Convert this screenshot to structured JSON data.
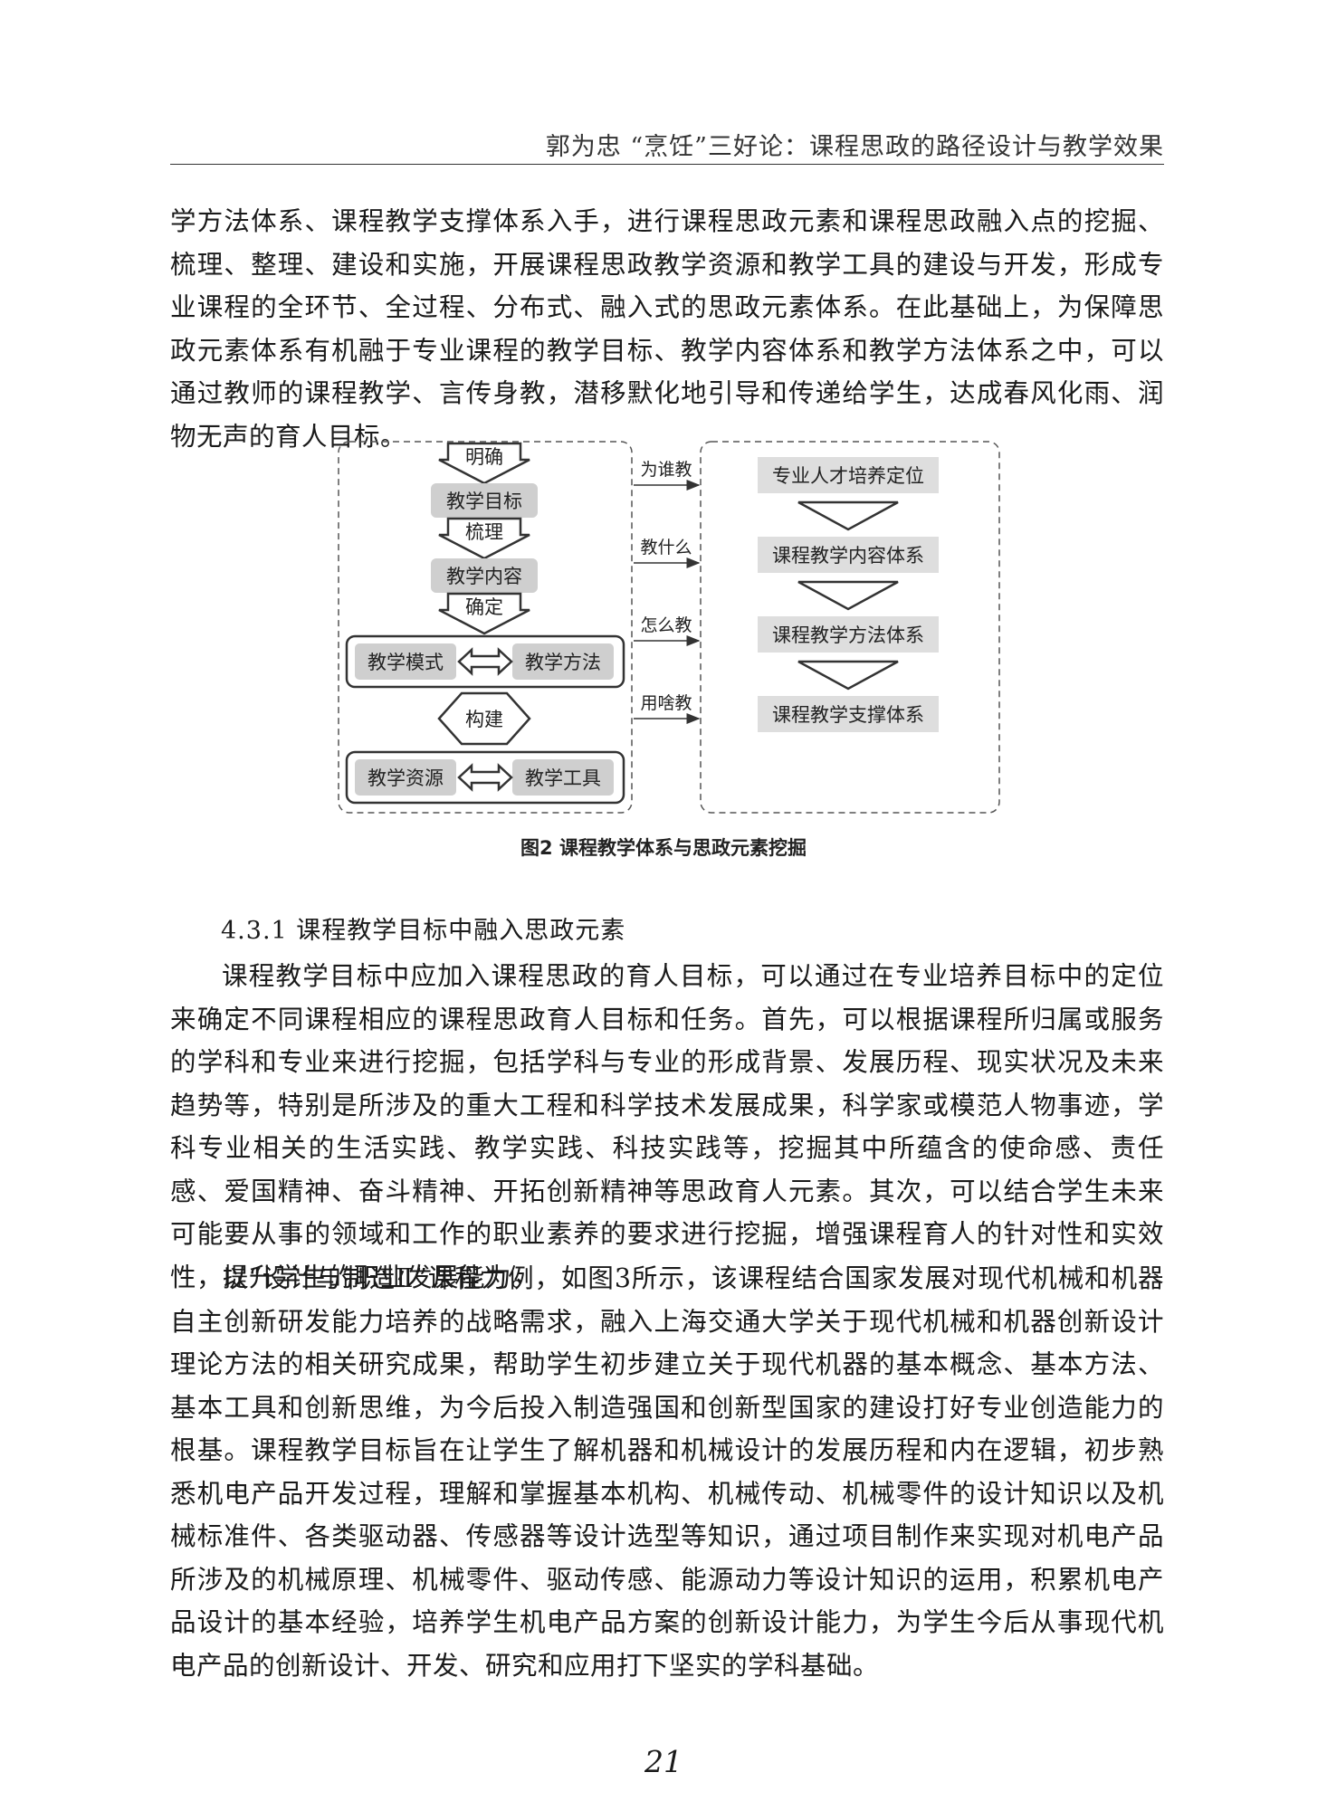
{
  "header": {
    "running_title": "郭为忠  “烹饪”三好论：课程思政的路径设计与教学效果"
  },
  "paragraphs": {
    "p1": "学方法体系、课程教学支撑体系入手，进行课程思政元素和课程思政融入点的挖掘、梳理、整理、建设和实施，开展课程思政教学资源和教学工具的建设与开发，形成专业课程的全环节、全过程、分布式、融入式的思政元素体系。在此基础上，为保障思政元素体系有机融于专业课程的教学目标、教学内容体系和教学方法体系之中，可以通过教师的课程教学、言传身教，潜移默化地引导和传递给学生，达成春风化雨、润物无声的育人目标。",
    "p2": "课程教学目标中应加入课程思政的育人目标，可以通过在专业培养目标中的定位来确定不同课程相应的课程思政育人目标和任务。首先，可以根据课程所归属或服务的学科和专业来进行挖掘，包括学科与专业的形成背景、发展历程、现实状况及未来趋势等，特别是所涉及的重大工程和科学技术发展成果，科学家或模范人物事迹，学科专业相关的生活实践、教学实践、科技实践等，挖掘其中所蕴含的使命感、责任感、爱国精神、奋斗精神、开拓创新精神等思政育人元素。其次，可以结合学生未来可能要从事的领域和工作的职业素养的要求进行挖掘，增强课程育人的针对性和实效性，提升学生的职业发展能力。",
    "p3": "以“设计与制造Ⅱ”课程为例，如图3所示，该课程结合国家发展对现代机械和机器自主创新研发能力培养的战略需求，融入上海交通大学关于现代机械和机器创新设计理论方法的相关研究成果，帮助学生初步建立关于现代机器的基本概念、基本方法、基本工具和创新思维，为今后投入制造强国和创新型国家的建设打好专业创造能力的根基。课程教学目标旨在让学生了解机器和机械设计的发展历程和内在逻辑，初步熟悉机电产品开发过程，理解和掌握基本机构、机械传动、机械零件的设计知识以及机械标准件、各类驱动器、传感器等设计选型等知识，通过项目制作来实现对机电产品所涉及的机械原理、机械零件、驱动传感、能源动力等设计知识的运用，积累机电产品设计的基本经验，培养学生机电产品方案的创新设计能力，为学生今后从事现代机电产品的创新设计、开发、研究和应用打下坚实的学科基础。"
  },
  "section": {
    "heading": "4.3.1  课程教学目标中融入思政元素"
  },
  "figure": {
    "left": {
      "arrow1": "明确",
      "box1": "教学目标",
      "arrow2": "梳理",
      "box2": "教学内容",
      "arrow3": "确定",
      "mode": "教学模式",
      "method": "教学方法",
      "arrow4": "构建",
      "resource": "教学资源",
      "tool": "教学工具"
    },
    "links": [
      "为谁教",
      "教什么",
      "怎么教",
      "用啥教"
    ],
    "right": [
      "专业人才培养定位",
      "课程教学内容体系",
      "课程教学方法体系",
      "课程教学支撑体系"
    ],
    "caption": "图2  课程教学体系与思政元素挖掘"
  },
  "page_number": "21"
}
